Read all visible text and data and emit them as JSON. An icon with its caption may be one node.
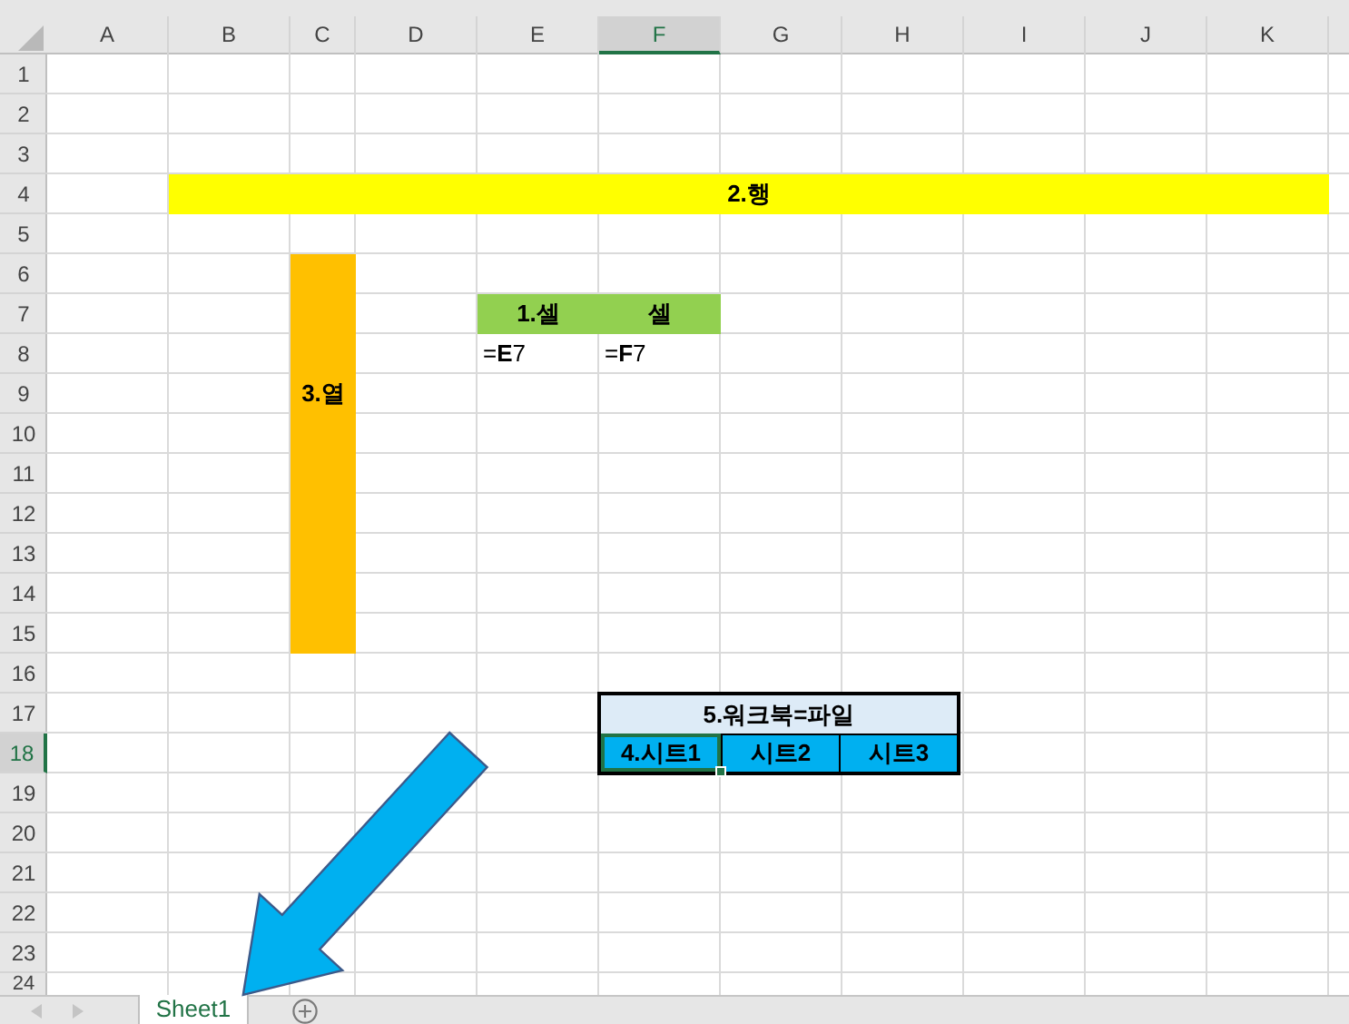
{
  "diagram": {
    "nodes": [
      {
        "text": [
          "2.행"
        ]
      },
      {
        "text": [
          "3.열"
        ]
      },
      {
        "text": [
          "1.셀"
        ]
      },
      {
        "text": [
          "셀"
        ]
      },
      {
        "text": [
          "5.워크북=파일"
        ]
      },
      {
        "text": [
          "4.시트1"
        ],
        "in": 4
      },
      {
        "text": [
          "시트2"
        ],
        "in": 4
      },
      {
        "text": [
          "시트3"
        ],
        "in": 4
      },
      {
        "text": [
          "Sheet1"
        ]
      }
    ],
    "edges": [
      {
        "from": null,
        "to": 8,
        "arrow": "to"
      }
    ],
    "labels": [
      "A",
      "B",
      "C",
      "D",
      "E",
      "F",
      "G",
      "H",
      "I",
      "J",
      "K",
      "1",
      "2",
      "3",
      "4",
      "5",
      "6",
      "7",
      "8",
      "9",
      "10",
      "11",
      "12",
      "13",
      "14",
      "15",
      "16",
      "17",
      "18",
      "19",
      "20",
      "21",
      "22",
      "23",
      "24",
      "=**E**7",
      "=**F**7"
    ]
  }
}
